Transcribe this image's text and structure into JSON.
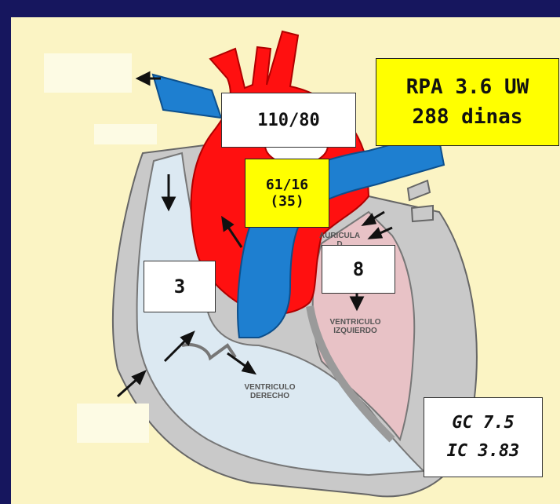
{
  "labels": {
    "ventriculo_derecho_1": "VENTRICULO",
    "ventriculo_derecho_2": "DERECHO",
    "ventriculo_izquierdo_1": "VENTRICULO",
    "ventriculo_izquierdo_2": "IZQUIERDO",
    "auricula_1": "AURICULA",
    "auricula_2": "D"
  },
  "values": {
    "aortic_pressure": "110/80",
    "pulmonary_pressure_line1": "61/16",
    "pulmonary_pressure_line2": "(35)",
    "right_atrial_pressure": "3",
    "left_atrial_pressure": "8",
    "rpa_line1": "RPA 3.6 UW",
    "rpa_line2": "288 dinas",
    "gc": "GC 7.5",
    "ic": "IC 3.83"
  },
  "colors": {
    "background": "#16165e",
    "panel": "#fbf4c4",
    "arterial_red": "#ff1010",
    "venous_blue": "#1e7fd0",
    "highlight_yellow": "#ffff00"
  }
}
